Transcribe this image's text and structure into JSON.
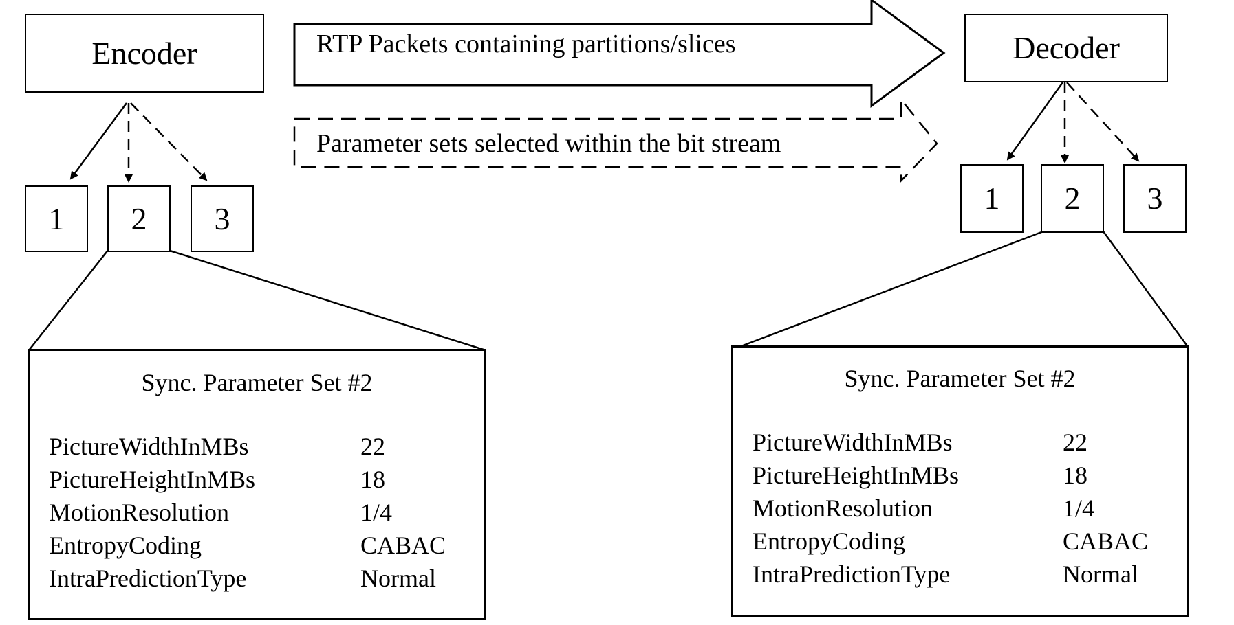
{
  "encoder": {
    "label": "Encoder",
    "parameter_sets": [
      "1",
      "2",
      "3"
    ]
  },
  "decoder": {
    "label": "Decoder",
    "parameter_sets": [
      "1",
      "2",
      "3"
    ]
  },
  "flows": {
    "rtp_packets": "RTP Packets containing partitions/slices",
    "parameter_sets": "Parameter sets selected within the bit stream"
  },
  "encoder_panel": {
    "title": "Sync. Parameter Set #2",
    "rows": [
      {
        "name": "PictureWidthInMBs",
        "value": "22"
      },
      {
        "name": "PictureHeightInMBs",
        "value": "18"
      },
      {
        "name": "MotionResolution",
        "value": "1/4"
      },
      {
        "name": "EntropyCoding",
        "value": "CABAC"
      },
      {
        "name": "IntraPredictionType",
        "value": "Normal"
      }
    ]
  },
  "decoder_panel": {
    "title": "Sync. Parameter Set #2",
    "rows": [
      {
        "name": "PictureWidthInMBs",
        "value": "22"
      },
      {
        "name": "PictureHeightInMBs",
        "value": "18"
      },
      {
        "name": "MotionResolution",
        "value": "1/4"
      },
      {
        "name": "EntropyCoding",
        "value": "CABAC"
      },
      {
        "name": "IntraPredictionType",
        "value": "Normal"
      }
    ]
  }
}
